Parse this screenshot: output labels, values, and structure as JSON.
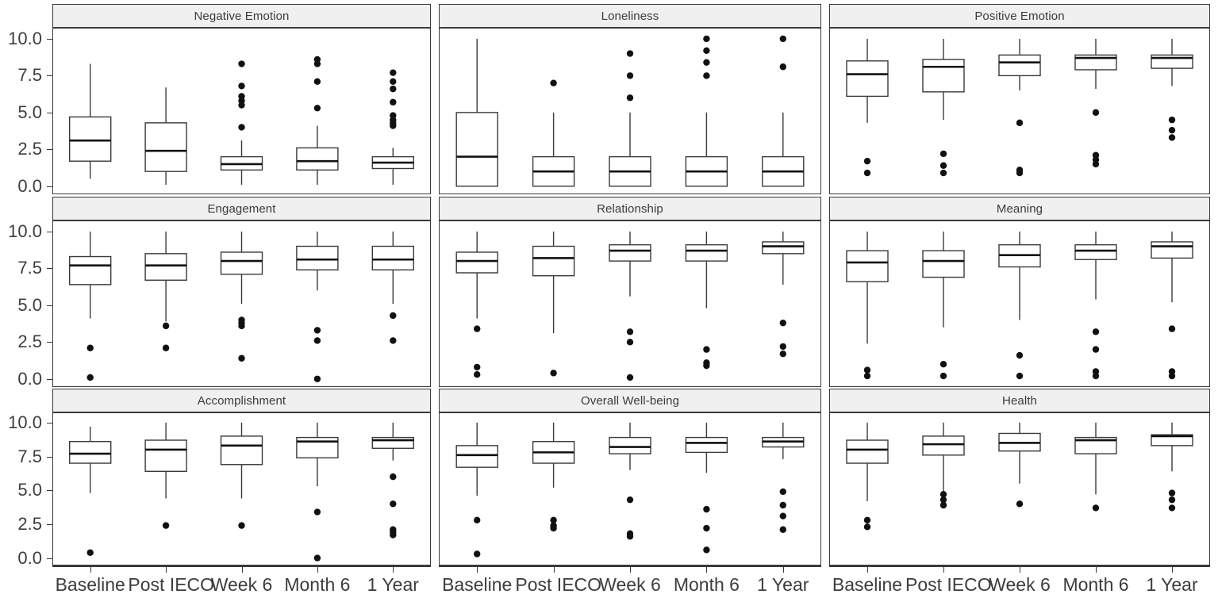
{
  "figure": {
    "y_axis": {
      "ticks": [
        0.0,
        2.5,
        5.0,
        7.5,
        10.0
      ],
      "tick_labels": [
        "0.0",
        "2.5",
        "5.0",
        "7.5",
        "10.0"
      ],
      "min": -0.55,
      "max": 10.75
    },
    "x_axis": {
      "categories": [
        "Baseline",
        "Post IECO",
        "Week 6",
        "Month 6",
        "1 Year"
      ]
    },
    "colors": {
      "strip_fill": "#f0f0f0",
      "panel_border": "#3a3a3a",
      "ink": "#111111",
      "text": "#3d3d3d"
    }
  },
  "chart_data": {
    "type": "box",
    "title": "",
    "xlabel": "",
    "ylabel": "",
    "ylim": [
      0.0,
      10.0
    ],
    "grid": false,
    "legend": "none",
    "categories": [
      "Baseline",
      "Post IECO",
      "Week 6",
      "Month 6",
      "1 Year"
    ],
    "panels": [
      {
        "name": "Negative Emotion",
        "row": 0,
        "col": 0,
        "boxes": [
          {
            "category": "Baseline",
            "lower_whisker": 0.5,
            "q1": 1.7,
            "median": 3.1,
            "q3": 4.7,
            "upper_whisker": 8.3,
            "outliers": []
          },
          {
            "category": "Post IECO",
            "lower_whisker": 0.1,
            "q1": 1.0,
            "median": 2.4,
            "q3": 4.3,
            "upper_whisker": 6.7,
            "outliers": []
          },
          {
            "category": "Week 6",
            "lower_whisker": 0.1,
            "q1": 1.1,
            "median": 1.5,
            "q3": 2.0,
            "upper_whisker": 3.1,
            "outliers": [
              8.3,
              6.8,
              6.1,
              5.8,
              5.5,
              4.0
            ]
          },
          {
            "category": "Month 6",
            "lower_whisker": 0.1,
            "q1": 1.1,
            "median": 1.7,
            "q3": 2.6,
            "upper_whisker": 4.1,
            "outliers": [
              8.6,
              8.3,
              7.1,
              5.3
            ]
          },
          {
            "category": "1 Year",
            "lower_whisker": 0.1,
            "q1": 1.2,
            "median": 1.6,
            "q3": 2.0,
            "upper_whisker": 2.6,
            "outliers": [
              7.7,
              7.1,
              6.6,
              5.7,
              4.8,
              4.5,
              4.3,
              4.1
            ]
          }
        ]
      },
      {
        "name": "Loneliness",
        "row": 0,
        "col": 1,
        "boxes": [
          {
            "category": "Baseline",
            "lower_whisker": 0.0,
            "q1": 0.0,
            "median": 2.0,
            "q3": 5.0,
            "upper_whisker": 10.0,
            "outliers": []
          },
          {
            "category": "Post IECO",
            "lower_whisker": 0.0,
            "q1": 0.0,
            "median": 1.0,
            "q3": 2.0,
            "upper_whisker": 5.0,
            "outliers": [
              7.0
            ]
          },
          {
            "category": "Week 6",
            "lower_whisker": 0.0,
            "q1": 0.0,
            "median": 1.0,
            "q3": 2.0,
            "upper_whisker": 5.0,
            "outliers": [
              9.0,
              7.5,
              6.0
            ]
          },
          {
            "category": "Month 6",
            "lower_whisker": 0.0,
            "q1": 0.0,
            "median": 1.0,
            "q3": 2.0,
            "upper_whisker": 5.0,
            "outliers": [
              10.0,
              9.2,
              8.4,
              7.5
            ]
          },
          {
            "category": "1 Year",
            "lower_whisker": 0.0,
            "q1": 0.0,
            "median": 1.0,
            "q3": 2.0,
            "upper_whisker": 5.0,
            "outliers": [
              10.0,
              8.1
            ]
          }
        ]
      },
      {
        "name": "Positive Emotion",
        "row": 0,
        "col": 2,
        "boxes": [
          {
            "category": "Baseline",
            "lower_whisker": 4.3,
            "q1": 6.1,
            "median": 7.6,
            "q3": 8.5,
            "upper_whisker": 10.0,
            "outliers": [
              1.7,
              0.9
            ]
          },
          {
            "category": "Post IECO",
            "lower_whisker": 4.5,
            "q1": 6.4,
            "median": 8.1,
            "q3": 8.6,
            "upper_whisker": 10.0,
            "outliers": [
              2.2,
              1.4,
              0.9
            ]
          },
          {
            "category": "Week 6",
            "lower_whisker": 6.5,
            "q1": 7.5,
            "median": 8.4,
            "q3": 8.9,
            "upper_whisker": 10.0,
            "outliers": [
              4.3,
              1.1,
              0.9
            ]
          },
          {
            "category": "Month 6",
            "lower_whisker": 6.6,
            "q1": 7.9,
            "median": 8.7,
            "q3": 8.9,
            "upper_whisker": 10.0,
            "outliers": [
              5.0,
              2.1,
              1.8,
              1.5
            ]
          },
          {
            "category": "1 Year",
            "lower_whisker": 6.8,
            "q1": 8.0,
            "median": 8.7,
            "q3": 8.9,
            "upper_whisker": 10.0,
            "outliers": [
              4.5,
              3.8,
              3.3
            ]
          }
        ]
      },
      {
        "name": "Engagement",
        "row": 1,
        "col": 0,
        "boxes": [
          {
            "category": "Baseline",
            "lower_whisker": 4.1,
            "q1": 6.4,
            "median": 7.7,
            "q3": 8.3,
            "upper_whisker": 10.0,
            "outliers": [
              2.1,
              0.1
            ]
          },
          {
            "category": "Post IECO",
            "lower_whisker": 3.9,
            "q1": 6.7,
            "median": 7.7,
            "q3": 8.5,
            "upper_whisker": 10.0,
            "outliers": [
              3.6,
              2.1
            ]
          },
          {
            "category": "Week 6",
            "lower_whisker": 5.1,
            "q1": 7.1,
            "median": 8.0,
            "q3": 8.6,
            "upper_whisker": 10.0,
            "outliers": [
              4.0,
              3.8,
              3.6,
              1.4
            ]
          },
          {
            "category": "Month 6",
            "lower_whisker": 6.0,
            "q1": 7.4,
            "median": 8.1,
            "q3": 9.0,
            "upper_whisker": 10.0,
            "outliers": [
              3.3,
              2.6,
              0.0
            ]
          },
          {
            "category": "1 Year",
            "lower_whisker": 5.1,
            "q1": 7.4,
            "median": 8.1,
            "q3": 9.0,
            "upper_whisker": 10.0,
            "outliers": [
              4.3,
              2.6
            ]
          }
        ]
      },
      {
        "name": "Relationship",
        "row": 1,
        "col": 1,
        "boxes": [
          {
            "category": "Baseline",
            "lower_whisker": 4.1,
            "q1": 7.2,
            "median": 8.0,
            "q3": 8.6,
            "upper_whisker": 10.0,
            "outliers": [
              3.4,
              0.8,
              0.3
            ]
          },
          {
            "category": "Post IECO",
            "lower_whisker": 3.1,
            "q1": 7.0,
            "median": 8.2,
            "q3": 9.0,
            "upper_whisker": 10.0,
            "outliers": [
              0.4
            ]
          },
          {
            "category": "Week 6",
            "lower_whisker": 5.6,
            "q1": 8.0,
            "median": 8.7,
            "q3": 9.1,
            "upper_whisker": 10.0,
            "outliers": [
              3.2,
              2.5,
              0.1
            ]
          },
          {
            "category": "Month 6",
            "lower_whisker": 4.8,
            "q1": 8.0,
            "median": 8.7,
            "q3": 9.1,
            "upper_whisker": 10.0,
            "outliers": [
              2.0,
              1.1,
              0.9
            ]
          },
          {
            "category": "1 Year",
            "lower_whisker": 6.4,
            "q1": 8.5,
            "median": 9.0,
            "q3": 9.3,
            "upper_whisker": 10.0,
            "outliers": [
              3.8,
              2.2,
              1.7
            ]
          }
        ]
      },
      {
        "name": "Meaning",
        "row": 1,
        "col": 2,
        "boxes": [
          {
            "category": "Baseline",
            "lower_whisker": 2.4,
            "q1": 6.6,
            "median": 7.9,
            "q3": 8.7,
            "upper_whisker": 10.0,
            "outliers": [
              0.6,
              0.2
            ]
          },
          {
            "category": "Post IECO",
            "lower_whisker": 3.5,
            "q1": 6.9,
            "median": 8.0,
            "q3": 8.7,
            "upper_whisker": 10.0,
            "outliers": [
              1.0,
              0.2
            ]
          },
          {
            "category": "Week 6",
            "lower_whisker": 4.0,
            "q1": 7.6,
            "median": 8.4,
            "q3": 9.1,
            "upper_whisker": 10.0,
            "outliers": [
              1.6,
              0.2
            ]
          },
          {
            "category": "Month 6",
            "lower_whisker": 5.4,
            "q1": 8.1,
            "median": 8.7,
            "q3": 9.1,
            "upper_whisker": 10.0,
            "outliers": [
              3.2,
              2.0,
              0.5,
              0.2
            ]
          },
          {
            "category": "1 Year",
            "lower_whisker": 5.2,
            "q1": 8.2,
            "median": 9.0,
            "q3": 9.3,
            "upper_whisker": 10.0,
            "outliers": [
              3.4,
              0.5,
              0.2
            ]
          }
        ]
      },
      {
        "name": "Accomplishment",
        "row": 2,
        "col": 0,
        "boxes": [
          {
            "category": "Baseline",
            "lower_whisker": 4.8,
            "q1": 7.0,
            "median": 7.7,
            "q3": 8.6,
            "upper_whisker": 9.7,
            "outliers": [
              0.4
            ]
          },
          {
            "category": "Post IECO",
            "lower_whisker": 4.4,
            "q1": 6.4,
            "median": 8.0,
            "q3": 8.7,
            "upper_whisker": 10.0,
            "outliers": [
              2.4
            ]
          },
          {
            "category": "Week 6",
            "lower_whisker": 4.4,
            "q1": 6.9,
            "median": 8.3,
            "q3": 9.0,
            "upper_whisker": 10.0,
            "outliers": [
              2.4
            ]
          },
          {
            "category": "Month 6",
            "lower_whisker": 5.3,
            "q1": 7.4,
            "median": 8.6,
            "q3": 8.9,
            "upper_whisker": 10.0,
            "outliers": [
              3.4,
              0.0
            ]
          },
          {
            "category": "1 Year",
            "lower_whisker": 7.2,
            "q1": 8.1,
            "median": 8.7,
            "q3": 8.9,
            "upper_whisker": 10.0,
            "outliers": [
              6.0,
              4.0,
              2.1,
              1.9,
              1.7
            ]
          }
        ]
      },
      {
        "name": "Overall Well-being",
        "row": 2,
        "col": 1,
        "boxes": [
          {
            "category": "Baseline",
            "lower_whisker": 4.6,
            "q1": 6.7,
            "median": 7.6,
            "q3": 8.3,
            "upper_whisker": 10.0,
            "outliers": [
              2.8,
              0.3
            ]
          },
          {
            "category": "Post IECO",
            "lower_whisker": 5.2,
            "q1": 7.0,
            "median": 7.8,
            "q3": 8.6,
            "upper_whisker": 10.0,
            "outliers": [
              2.8,
              2.4,
              2.2
            ]
          },
          {
            "category": "Week 6",
            "lower_whisker": 6.5,
            "q1": 7.7,
            "median": 8.2,
            "q3": 8.9,
            "upper_whisker": 10.0,
            "outliers": [
              4.3,
              1.8,
              1.6
            ]
          },
          {
            "category": "Month 6",
            "lower_whisker": 6.3,
            "q1": 7.8,
            "median": 8.5,
            "q3": 8.9,
            "upper_whisker": 10.0,
            "outliers": [
              3.6,
              2.2,
              0.6
            ]
          },
          {
            "category": "1 Year",
            "lower_whisker": 7.3,
            "q1": 8.2,
            "median": 8.6,
            "q3": 8.9,
            "upper_whisker": 10.0,
            "outliers": [
              4.9,
              3.9,
              3.1,
              2.1
            ]
          }
        ]
      },
      {
        "name": "Health",
        "row": 2,
        "col": 2,
        "boxes": [
          {
            "category": "Baseline",
            "lower_whisker": 4.2,
            "q1": 7.0,
            "median": 8.0,
            "q3": 8.7,
            "upper_whisker": 10.0,
            "outliers": [
              2.8,
              2.3
            ]
          },
          {
            "category": "Post IECO",
            "lower_whisker": 4.5,
            "q1": 7.6,
            "median": 8.4,
            "q3": 9.0,
            "upper_whisker": 10.0,
            "outliers": [
              4.7,
              4.3,
              3.9
            ]
          },
          {
            "category": "Week 6",
            "lower_whisker": 5.5,
            "q1": 7.9,
            "median": 8.5,
            "q3": 9.2,
            "upper_whisker": 10.0,
            "outliers": [
              4.0
            ]
          },
          {
            "category": "Month 6",
            "lower_whisker": 4.7,
            "q1": 7.7,
            "median": 8.7,
            "q3": 8.9,
            "upper_whisker": 10.0,
            "outliers": [
              3.7
            ]
          },
          {
            "category": "1 Year",
            "lower_whisker": 6.4,
            "q1": 8.3,
            "median": 9.0,
            "q3": 9.1,
            "upper_whisker": 10.0,
            "outliers": [
              4.8,
              4.3,
              3.7
            ]
          }
        ]
      }
    ]
  }
}
